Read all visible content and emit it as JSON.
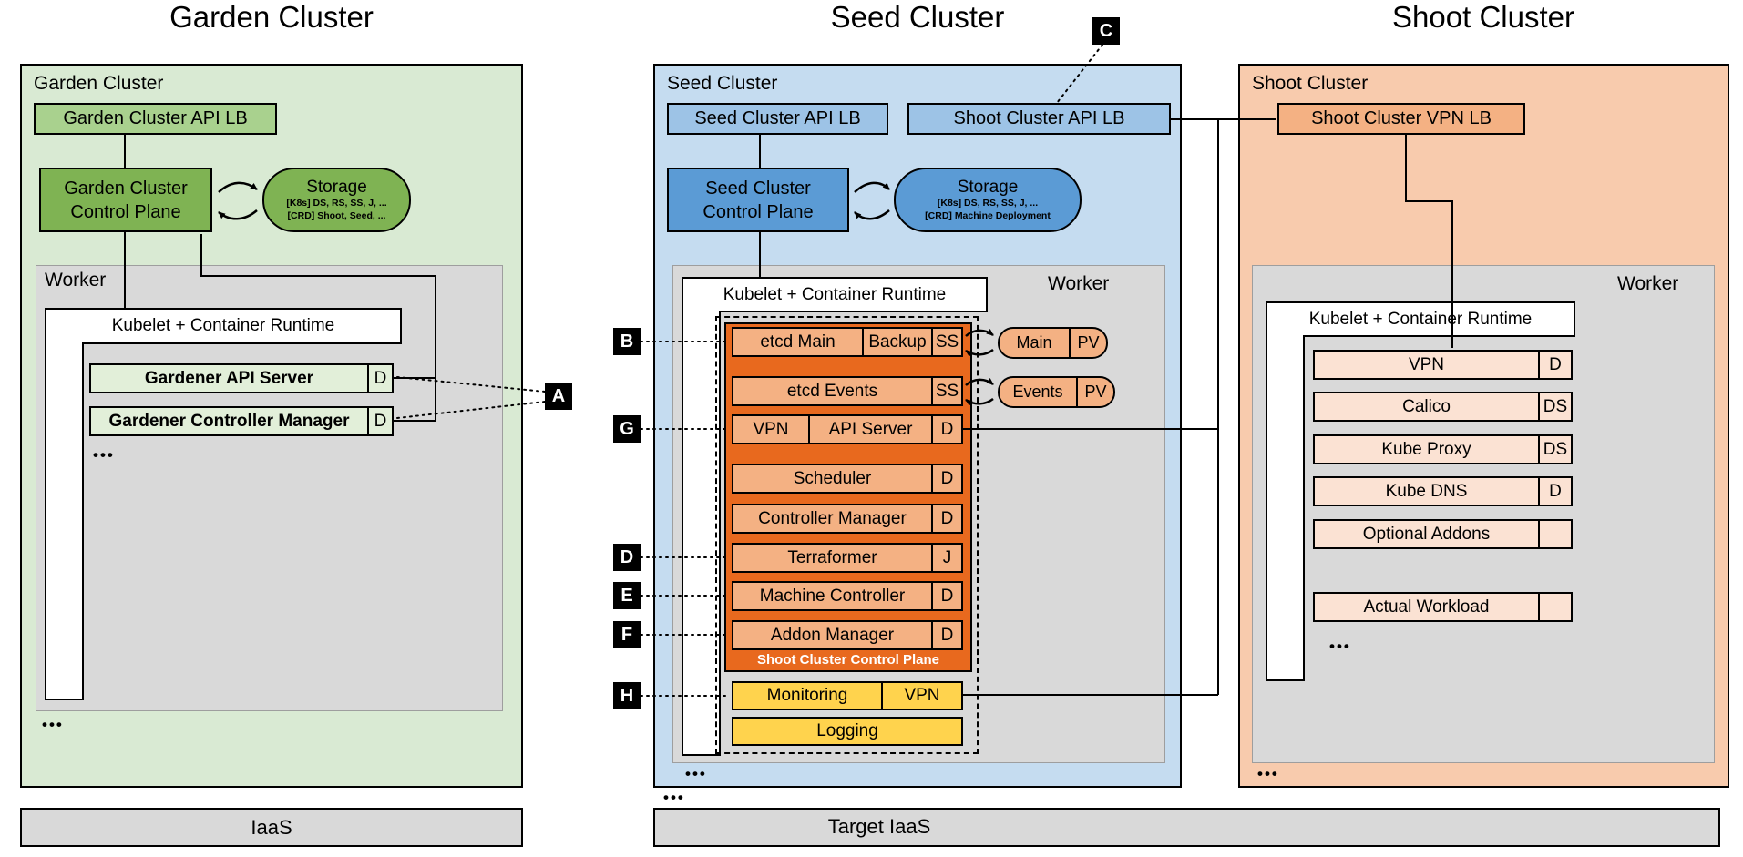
{
  "colors": {
    "garden_light": "#d9ead3",
    "garden_mid": "#a9d18e",
    "garden_dark": "#7fb353",
    "garden_row": "#e2efd9",
    "seed_light": "#c5dcf0",
    "seed_mid": "#9dc3e6",
    "seed_dark": "#5b9bd5",
    "worker_gray": "#d9d9d9",
    "orange_dark": "#e8691e",
    "orange_mid": "#f4b183",
    "shoot_light": "#f8cbad",
    "shoot_row": "#fbe2d3",
    "yellow": "#ffd34d",
    "iaas_gray": "#d9d9d9"
  },
  "titles": {
    "garden": "Garden Cluster",
    "seed": "Seed Cluster",
    "shoot": "Shoot Cluster"
  },
  "tags": {
    "a": "A",
    "b": "B",
    "c": "C",
    "d": "D",
    "e": "E",
    "f": "F",
    "g": "G",
    "h": "H"
  },
  "garden": {
    "label": "Garden Cluster",
    "api_lb": "Garden Cluster API LB",
    "control_plane_line1": "Garden Cluster",
    "control_plane_line2": "Control Plane",
    "storage": {
      "title": "Storage",
      "k8s": "[K8s] DS, RS, SS, J, ...",
      "crd": "[CRD] Shoot, Seed, ..."
    },
    "worker_label": "Worker",
    "kubelet": "Kubelet + Container Runtime",
    "rows": [
      {
        "label": "Gardener API Server",
        "badge": "D"
      },
      {
        "label": "Gardener Controller Manager",
        "badge": "D"
      }
    ],
    "ellipsis": "•••",
    "iaas": "IaaS"
  },
  "seed": {
    "label": "Seed Cluster",
    "api_lb": "Seed Cluster API LB",
    "shoot_api_lb": "Shoot Cluster API LB",
    "control_plane_line1": "Seed Cluster",
    "control_plane_line2": "Control Plane",
    "storage": {
      "title": "Storage",
      "k8s": "[K8s] DS, RS, SS, J, ...",
      "crd": "[CRD] Machine Deployment"
    },
    "worker_label": "Worker",
    "kubelet": "Kubelet + Container Runtime",
    "cp_rows": [
      {
        "c0": "etcd Main",
        "c1": "Backup",
        "c2": "SS"
      },
      {
        "c0": "etcd Events",
        "c2": "SS"
      },
      {
        "c0": "VPN",
        "c1": "API Server",
        "c2": "D"
      },
      {
        "c0": "Scheduler",
        "c2": "D"
      },
      {
        "c0": "Controller Manager",
        "c2": "D"
      },
      {
        "c0": "Terraformer",
        "c2": "J"
      },
      {
        "c0": "Machine Controller",
        "c2": "D"
      },
      {
        "c0": "Addon Manager",
        "c2": "D"
      }
    ],
    "cp_label": "Shoot Cluster Control Plane",
    "monitoring": {
      "c0": "Monitoring",
      "c1": "VPN"
    },
    "logging": "Logging",
    "volumes": [
      {
        "name": "Main",
        "badge": "PV"
      },
      {
        "name": "Events",
        "badge": "PV"
      }
    ],
    "ellipsis": "•••",
    "iaas": "Target IaaS"
  },
  "shoot": {
    "label": "Shoot Cluster",
    "vpn_lb": "Shoot Cluster VPN LB",
    "worker_label": "Worker",
    "kubelet": "Kubelet + Container Runtime",
    "rows": [
      {
        "label": "VPN",
        "badge": "D"
      },
      {
        "label": "Calico",
        "badge": "DS"
      },
      {
        "label": "Kube Proxy",
        "badge": "DS"
      },
      {
        "label": "Kube DNS",
        "badge": "D"
      },
      {
        "label": "Optional Addons",
        "badge": ""
      },
      {
        "label": "Actual Workload",
        "badge": ""
      }
    ],
    "ellipsis": "•••"
  }
}
